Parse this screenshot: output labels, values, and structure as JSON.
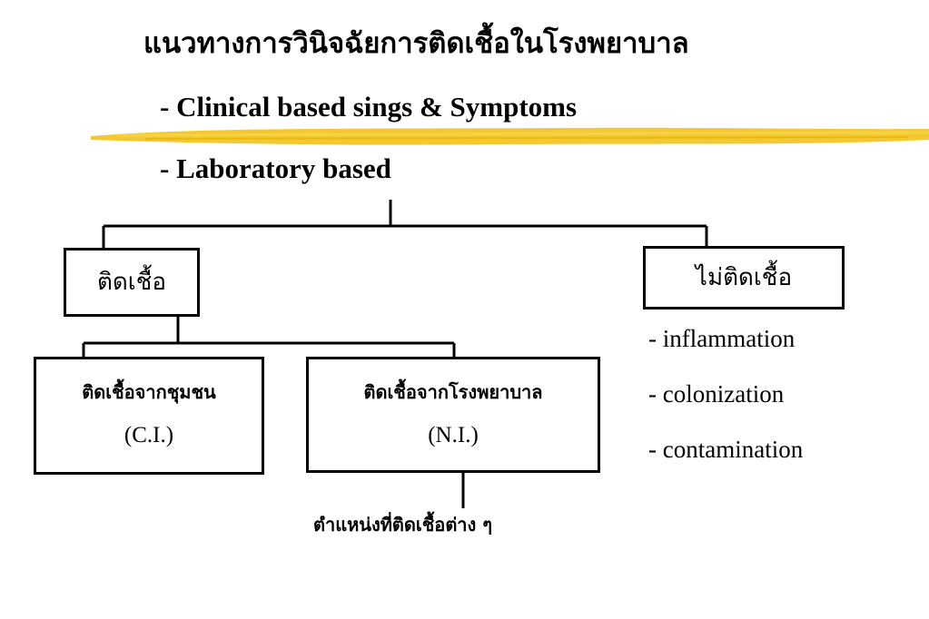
{
  "title": "แนวทางการวินิจฉัยการติดเชื้อในโรงพยาบาล",
  "bullets": [
    "- Clinical based sings & Symptoms",
    "- Laboratory based"
  ],
  "colors": {
    "highlight": "#f2c21b",
    "line": "#000000"
  },
  "tree": {
    "infected": {
      "label": "ติดเชื้อ",
      "community": {
        "label": "ติดเชื้อจากชุมชน",
        "abbr": "(C.I.)"
      },
      "hospital": {
        "label": "ติดเชื้อจากโรงพยาบาล",
        "abbr": "(N.I.)",
        "note": "ตำแหน่งที่ติดเชื้อต่าง ๆ"
      }
    },
    "not_infected": {
      "label": "ไม่ติดเชื้อ",
      "items": [
        "- inflammation",
        "- colonization",
        "- contamination"
      ]
    }
  }
}
